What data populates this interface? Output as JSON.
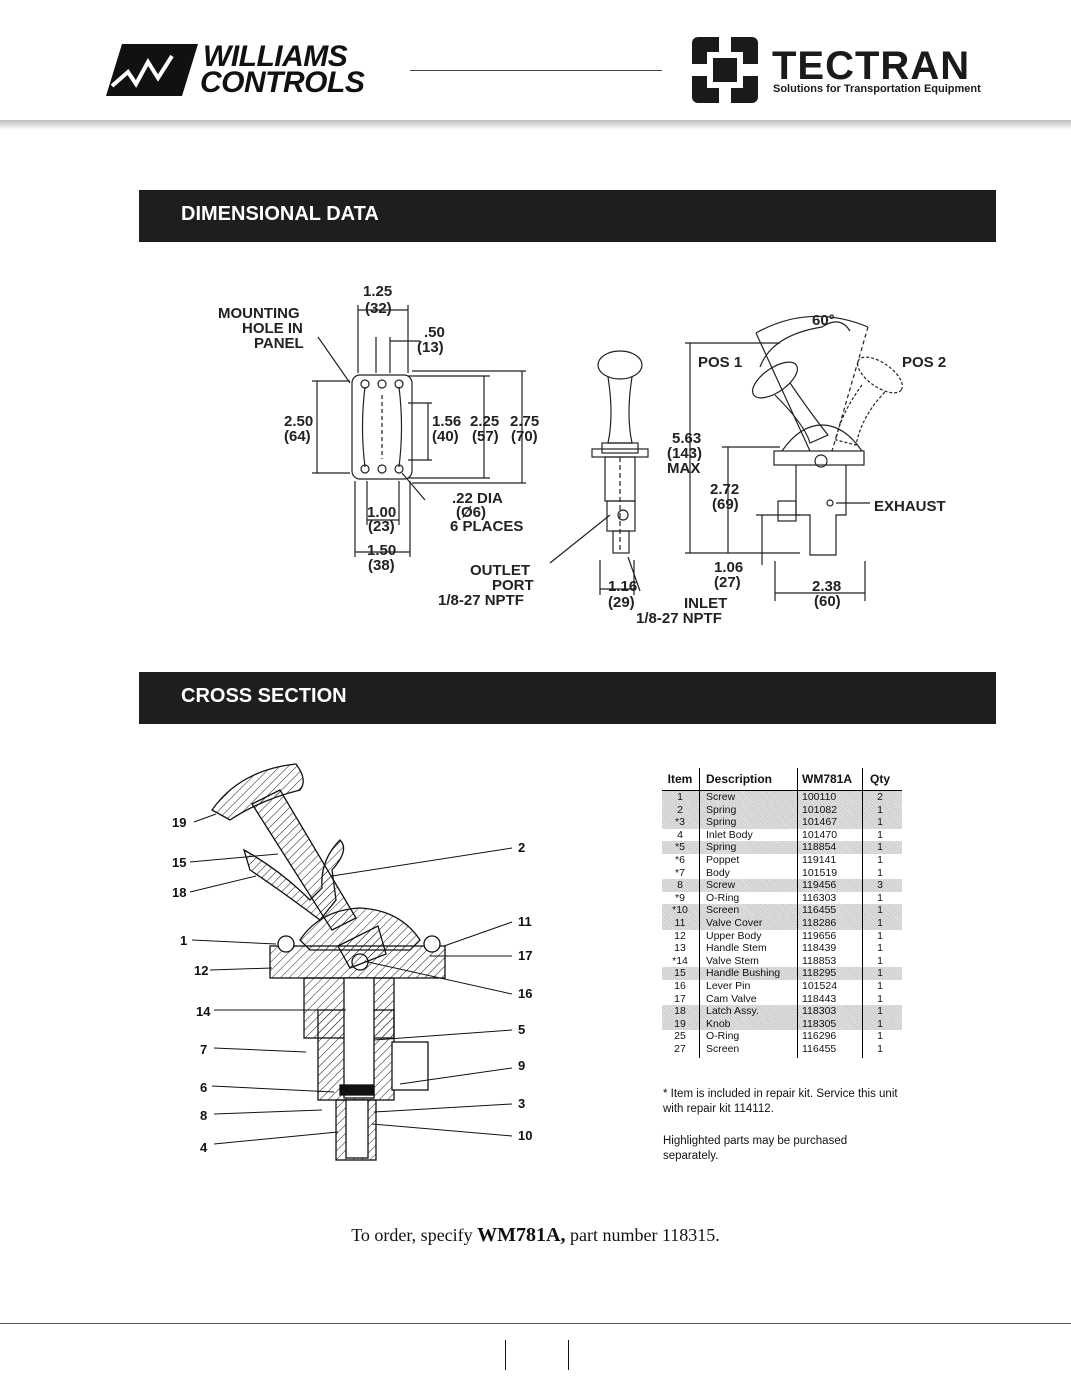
{
  "header": {
    "williams_line1": "WILLIAMS",
    "williams_line2": "CONTROLS",
    "tectran_name": "TECTRAN",
    "tectran_tagline": "Solutions for Transportation Equipment"
  },
  "sections": {
    "dimensional_title": "DIMENSIONAL DATA",
    "cross_section_title": "CROSS SECTION"
  },
  "dimensional": {
    "mounting_l1": "MOUNTING",
    "mounting_l2": "HOLE IN",
    "mounting_l3": "PANEL",
    "d125": "1.25",
    "d125m": "(32)",
    "d050": ".50",
    "d050m": "(13)",
    "d250": "2.50",
    "d250m": "(64)",
    "d156": "1.56",
    "d156m": "(40)",
    "d225": "2.25",
    "d225m": "(57)",
    "d275": "2.75",
    "d275m": "(70)",
    "dia_l1": ".22 DIA",
    "dia_l2": "(Ø6)",
    "dia_l3": "6 PLACES",
    "d100": "1.00",
    "d100m": "(23)",
    "d150": "1.50",
    "d150m": "(38)",
    "outlet_l1": "OUTLET",
    "outlet_l2": "PORT",
    "outlet_l3": "1/8-27 NPTF",
    "d116": "1.16",
    "d116m": "(29)",
    "inlet_l1": "INLET",
    "inlet_l2": "1/8-27 NPTF",
    "pos1": "POS 1",
    "pos2": "POS 2",
    "angle": "60°",
    "d563": "5.63",
    "d563m": "(143)",
    "max": "MAX",
    "d272": "2.72",
    "d272m": "(69)",
    "exhaust": "EXHAUST",
    "d106": "1.06",
    "d106m": "(27)",
    "d238": "2.38",
    "d238m": "(60)"
  },
  "callouts_left": [
    "19",
    "15",
    "18",
    "1",
    "12",
    "14",
    "7",
    "6",
    "8",
    "4"
  ],
  "callouts_right": [
    "2",
    "11",
    "17",
    "16",
    "5",
    "9",
    "3",
    "10"
  ],
  "parts_table": {
    "headers": {
      "item": "Item",
      "description": "Description",
      "part": "WM781A",
      "qty": "Qty"
    },
    "rows": [
      {
        "item": "1",
        "description": "Screw",
        "part": "100110",
        "qty": "2",
        "highlighted": true
      },
      {
        "item": "2",
        "description": "Spring",
        "part": "101082",
        "qty": "1",
        "highlighted": true
      },
      {
        "item": "*3",
        "description": "Spring",
        "part": "101467",
        "qty": "1",
        "highlighted": true
      },
      {
        "item": "4",
        "description": "Inlet Body",
        "part": "101470",
        "qty": "1",
        "highlighted": false
      },
      {
        "item": "*5",
        "description": "Spring",
        "part": "118854",
        "qty": "1",
        "highlighted": true
      },
      {
        "item": "*6",
        "description": "Poppet",
        "part": "119141",
        "qty": "1",
        "highlighted": false
      },
      {
        "item": "*7",
        "description": "Body",
        "part": "101519",
        "qty": "1",
        "highlighted": false
      },
      {
        "item": "8",
        "description": "Screw",
        "part": "119456",
        "qty": "3",
        "highlighted": true
      },
      {
        "item": "*9",
        "description": "O-Ring",
        "part": "116303",
        "qty": "1",
        "highlighted": false
      },
      {
        "item": "*10",
        "description": "Screen",
        "part": "116455",
        "qty": "1",
        "highlighted": true
      },
      {
        "item": "11",
        "description": "Valve Cover",
        "part": "118286",
        "qty": "1",
        "highlighted": true
      },
      {
        "item": "12",
        "description": "Upper Body",
        "part": "119656",
        "qty": "1",
        "highlighted": false
      },
      {
        "item": "13",
        "description": "Handle Stem",
        "part": "118439",
        "qty": "1",
        "highlighted": false
      },
      {
        "item": "*14",
        "description": "Valve Stem",
        "part": "118853",
        "qty": "1",
        "highlighted": false
      },
      {
        "item": "15",
        "description": "Handle Bushing",
        "part": "118295",
        "qty": "1",
        "highlighted": true
      },
      {
        "item": "16",
        "description": "Lever Pin",
        "part": "101524",
        "qty": "1",
        "highlighted": false
      },
      {
        "item": "17",
        "description": "Cam Valve",
        "part": "118443",
        "qty": "1",
        "highlighted": false
      },
      {
        "item": "18",
        "description": "Latch Assy.",
        "part": "118303",
        "qty": "1",
        "highlighted": true
      },
      {
        "item": "19",
        "description": "Knob",
        "part": "118305",
        "qty": "1",
        "highlighted": true
      },
      {
        "item": "25",
        "description": "O-Ring",
        "part": "116296",
        "qty": "1",
        "highlighted": false
      },
      {
        "item": "27",
        "description": "Screen",
        "part": "116455",
        "qty": "1",
        "highlighted": false
      }
    ]
  },
  "notes": {
    "repair_kit": "* Item is included in repair kit. Service this unit with repair kit 114112.",
    "highlighted": "Highlighted parts may be purchased separately."
  },
  "order": {
    "prefix": "To order, specify ",
    "model": "WM781A,",
    "suffix": " part number 118315."
  }
}
